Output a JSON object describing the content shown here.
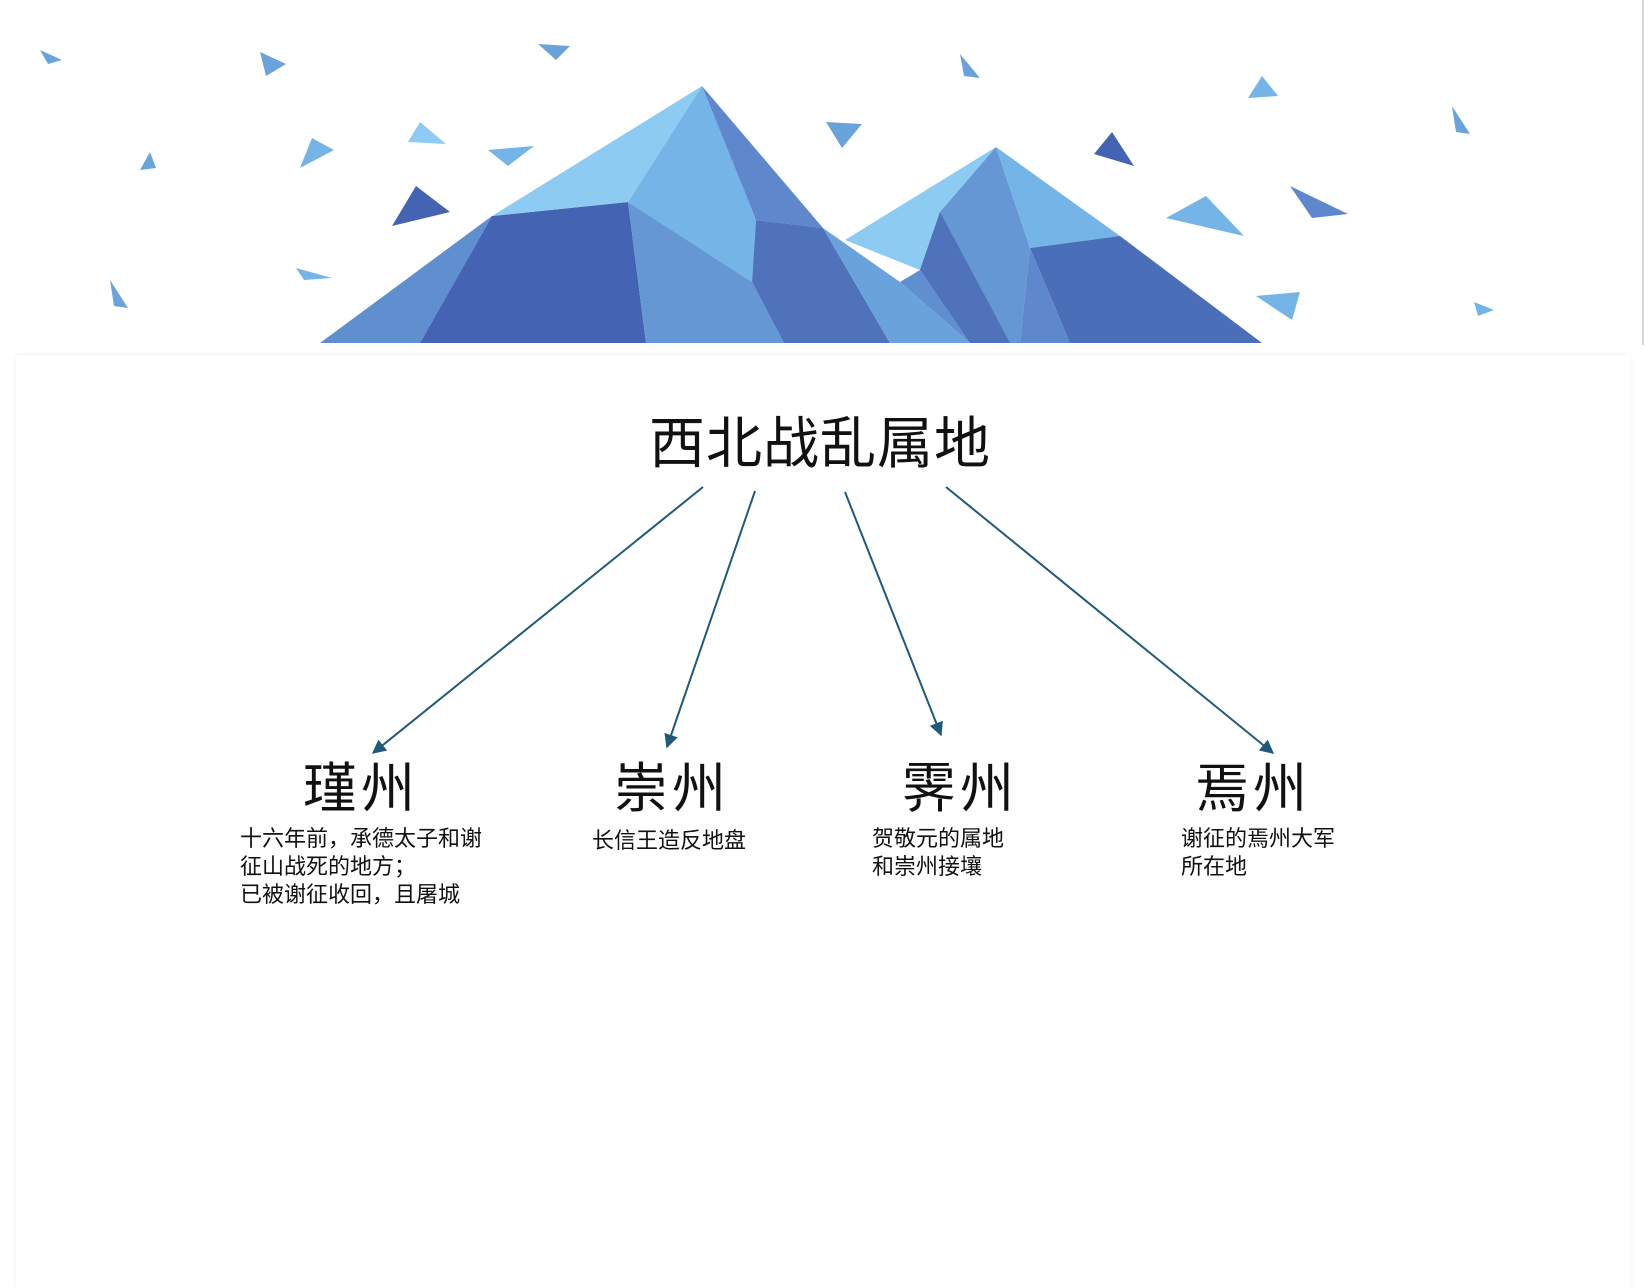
{
  "diagram": {
    "title": "西北战乱属地",
    "nodes": [
      {
        "name": "瑾州",
        "desc": "十六年前，承德太子和谢\n征山战死的地方；\n已被谢征收回，且屠城"
      },
      {
        "name": "崇州",
        "desc": "长信王造反地盘"
      },
      {
        "name": "霁州",
        "desc": "贺敬元的属地\n和崇州接壤"
      },
      {
        "name": "焉州",
        "desc": "谢征的焉州大军\n所在地"
      }
    ],
    "edges": [
      {
        "from": "西北战乱属地",
        "to": "瑾州"
      },
      {
        "from": "西北战乱属地",
        "to": "崇州"
      },
      {
        "from": "西北战乱属地",
        "to": "霁州"
      },
      {
        "from": "西北战乱属地",
        "to": "焉州"
      }
    ]
  },
  "colors": {
    "arrow": "#1f5a78",
    "text": "#111111",
    "mountain_dark": "#4563b3",
    "mountain_mid": "#6597d4",
    "mountain_light": "#8ecbf2"
  }
}
